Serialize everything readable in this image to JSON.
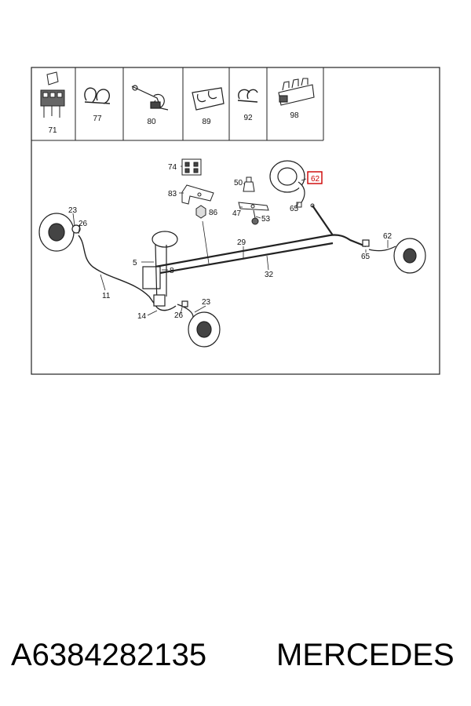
{
  "thumbnails": [
    {
      "label": "71",
      "icon": "connector-block-icon"
    },
    {
      "label": "77",
      "icon": "double-clip-icon"
    },
    {
      "label": "80",
      "icon": "bracket-clip-icon"
    },
    {
      "label": "89",
      "icon": "pipe-clamp-icon"
    },
    {
      "label": "92",
      "icon": "small-clip-icon"
    },
    {
      "label": "98",
      "icon": "multi-clip-icon"
    }
  ],
  "callouts": {
    "c74": "74",
    "c83": "83",
    "c86": "86",
    "c50": "50",
    "c47": "47",
    "c53": "53",
    "c62_top": "62",
    "c65_top": "65",
    "c29": "29",
    "c32": "32",
    "c62_right": "62",
    "c65_right": "65",
    "c23_left": "23",
    "c26_left": "26",
    "c5": "5",
    "c8": "8",
    "c11": "11",
    "c14": "14",
    "c26_bottom": "26",
    "c23_bottom": "23"
  },
  "highlight_color": "#cc0000",
  "caption": {
    "part_number": "A6384282135",
    "brand": "MERCEDES"
  }
}
